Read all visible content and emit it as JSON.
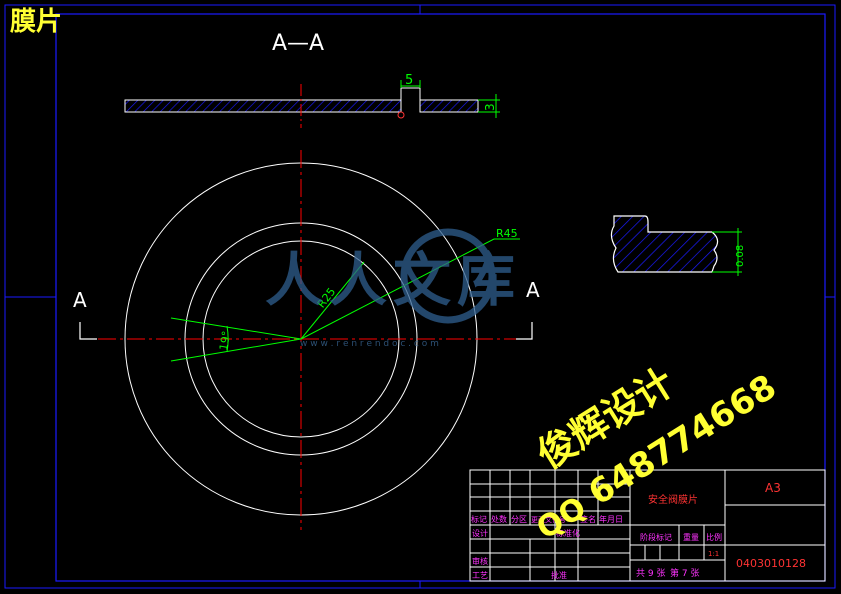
{
  "page": {
    "title": "膜片",
    "section_label": "A—A",
    "section_marks": [
      "A",
      "A"
    ]
  },
  "dimensions": {
    "slot_width": "5",
    "thickness": "3",
    "radius_outer": "R45",
    "radius_inner": "R25",
    "angle": "19°",
    "detail_height": "0.08"
  },
  "watermark": {
    "text": "人人文库",
    "url": "w w w . r e n r e n d o c . c o m"
  },
  "overlay": {
    "designer": "俊辉设计",
    "qq_prefix": "QQ",
    "qq_number": "648774668"
  },
  "title_block": {
    "part_name": "安全阀膜片",
    "sheet_size": "A3",
    "drawing_number": "0403010128",
    "row_headers": [
      "标记",
      "处数",
      "分区",
      "更改文件号",
      "签名",
      "年月日"
    ],
    "left_labels": [
      "设计",
      "审核",
      "工艺"
    ],
    "standardization": "标准化",
    "approve": "批准",
    "stage_mark": "阶段标记",
    "weight": "重量",
    "scale": "比例",
    "scale_value": "1:1",
    "sheets_total": "共 9 张",
    "sheet_no": "第 7 张"
  },
  "colors": {
    "background": "#000000",
    "border": "#1a1aff",
    "outline": "#ffffff",
    "dimension": "#00ff00",
    "centerline": "#ff0000",
    "hatch": "#1a1aff",
    "title_yellow": "#ffff33",
    "title_red": "#ff3333",
    "title_magenta": "#ff33ff",
    "watermark": "#2f5f8f"
  }
}
